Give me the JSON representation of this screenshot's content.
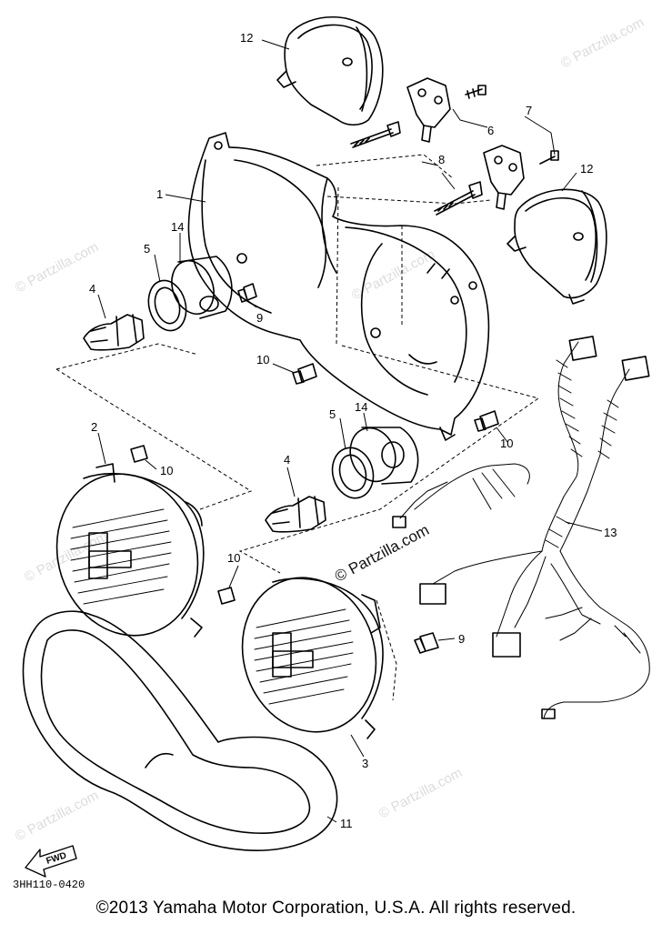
{
  "diagram": {
    "watermarks": {
      "center": "© Partzilla.com",
      "faint": "© Partzilla.com"
    },
    "callouts": {
      "c1": "1",
      "c2": "2",
      "c3": "3",
      "c4a": "4",
      "c4b": "4",
      "c5a": "5",
      "c5b": "5",
      "c6": "6",
      "c7": "7",
      "c8": "8",
      "c9a": "9",
      "c9b": "9",
      "c10a": "10",
      "c10b": "10",
      "c10c": "10",
      "c10d": "10",
      "c11": "11",
      "c12a": "12",
      "c12b": "12",
      "c13": "13",
      "c14a": "14",
      "c14b": "14"
    },
    "fwd_label": "FWD",
    "drawing_code": "3HH110-0420"
  },
  "footer": {
    "copyright": "©2013  Yamaha Motor Corporation, U.S.A. All rights reserved."
  }
}
